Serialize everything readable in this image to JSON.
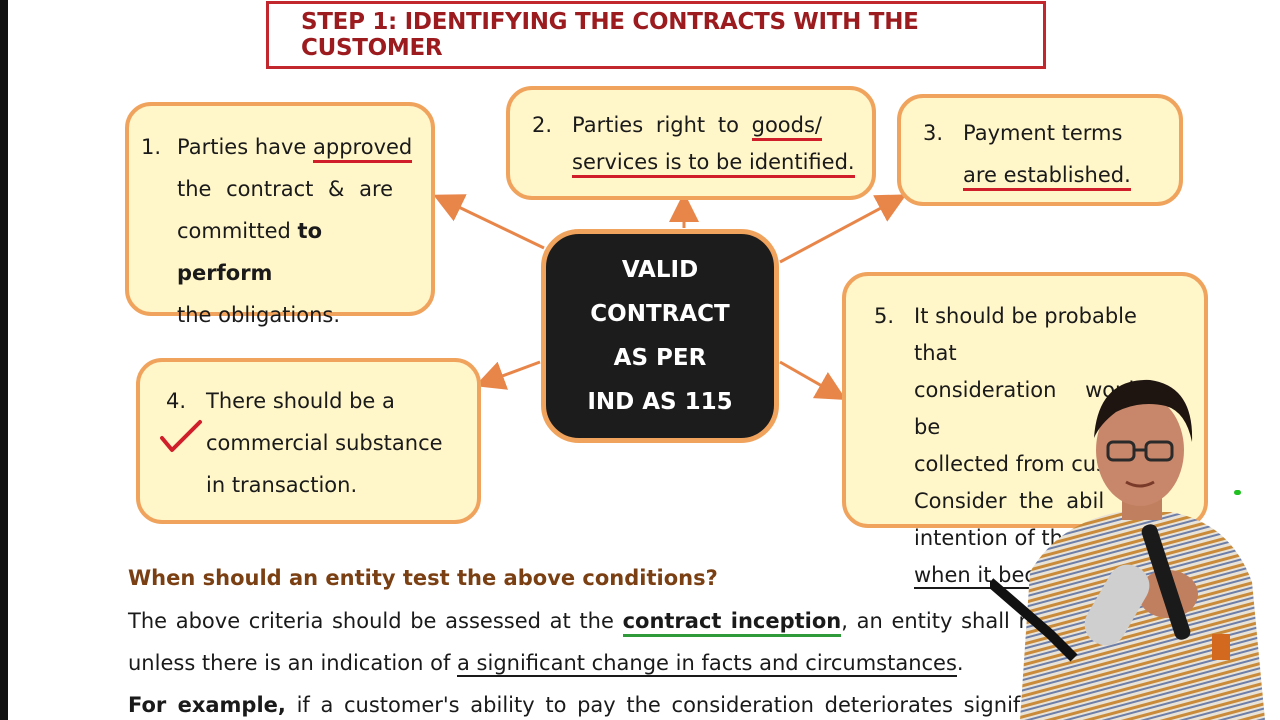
{
  "title": "STEP 1: IDENTIFYING THE CONTRACTS WITH THE CUSTOMER",
  "center": {
    "line1": "VALID",
    "line2": "CONTRACT",
    "line3": "AS PER",
    "line4": "IND AS 115"
  },
  "cards": {
    "c1": {
      "num": "1.",
      "l1a": "Parties have ",
      "l1b": "approved",
      "l2": "the contract & are",
      "l3a": "committed ",
      "l3b": "to perform",
      "l4": "the obligations."
    },
    "c2": {
      "num": "2.",
      "l1a": "Parties right to ",
      "l1b": "goods/",
      "l2": "services is to be identified."
    },
    "c3": {
      "num": "3.",
      "l1": "Payment terms",
      "l2": "are established."
    },
    "c4": {
      "num": "4.",
      "l1": "There should be a",
      "l2": "commercial substance",
      "l3": "in transaction."
    },
    "c5": {
      "num": "5.",
      "l1": "It should be probable that",
      "l2": "consideration would be",
      "l3": "collected from cus",
      "l4": "Consider the abil",
      "l5": "intention of the cu",
      "l6": "when it becomes d"
    }
  },
  "body": {
    "question": "When should an entity test the above conditions?",
    "p1a": "The above criteria should be assessed at the ",
    "p1b": "contract inception",
    "p1c": ", an entity shall no",
    "p2a": "unless there is an indication of ",
    "p2b": "a significant change in facts and circumstances",
    "p2c": ".",
    "p3a": "For example,",
    "p3b": " if a customer's ability to pay the consideration deteriorates signif"
  },
  "colors": {
    "card_fill": "#fff6c9",
    "card_border": "#f0a35c",
    "title_red": "#c1272d",
    "underline_red": "#d01f2a",
    "question_brown": "#7a3f12"
  }
}
